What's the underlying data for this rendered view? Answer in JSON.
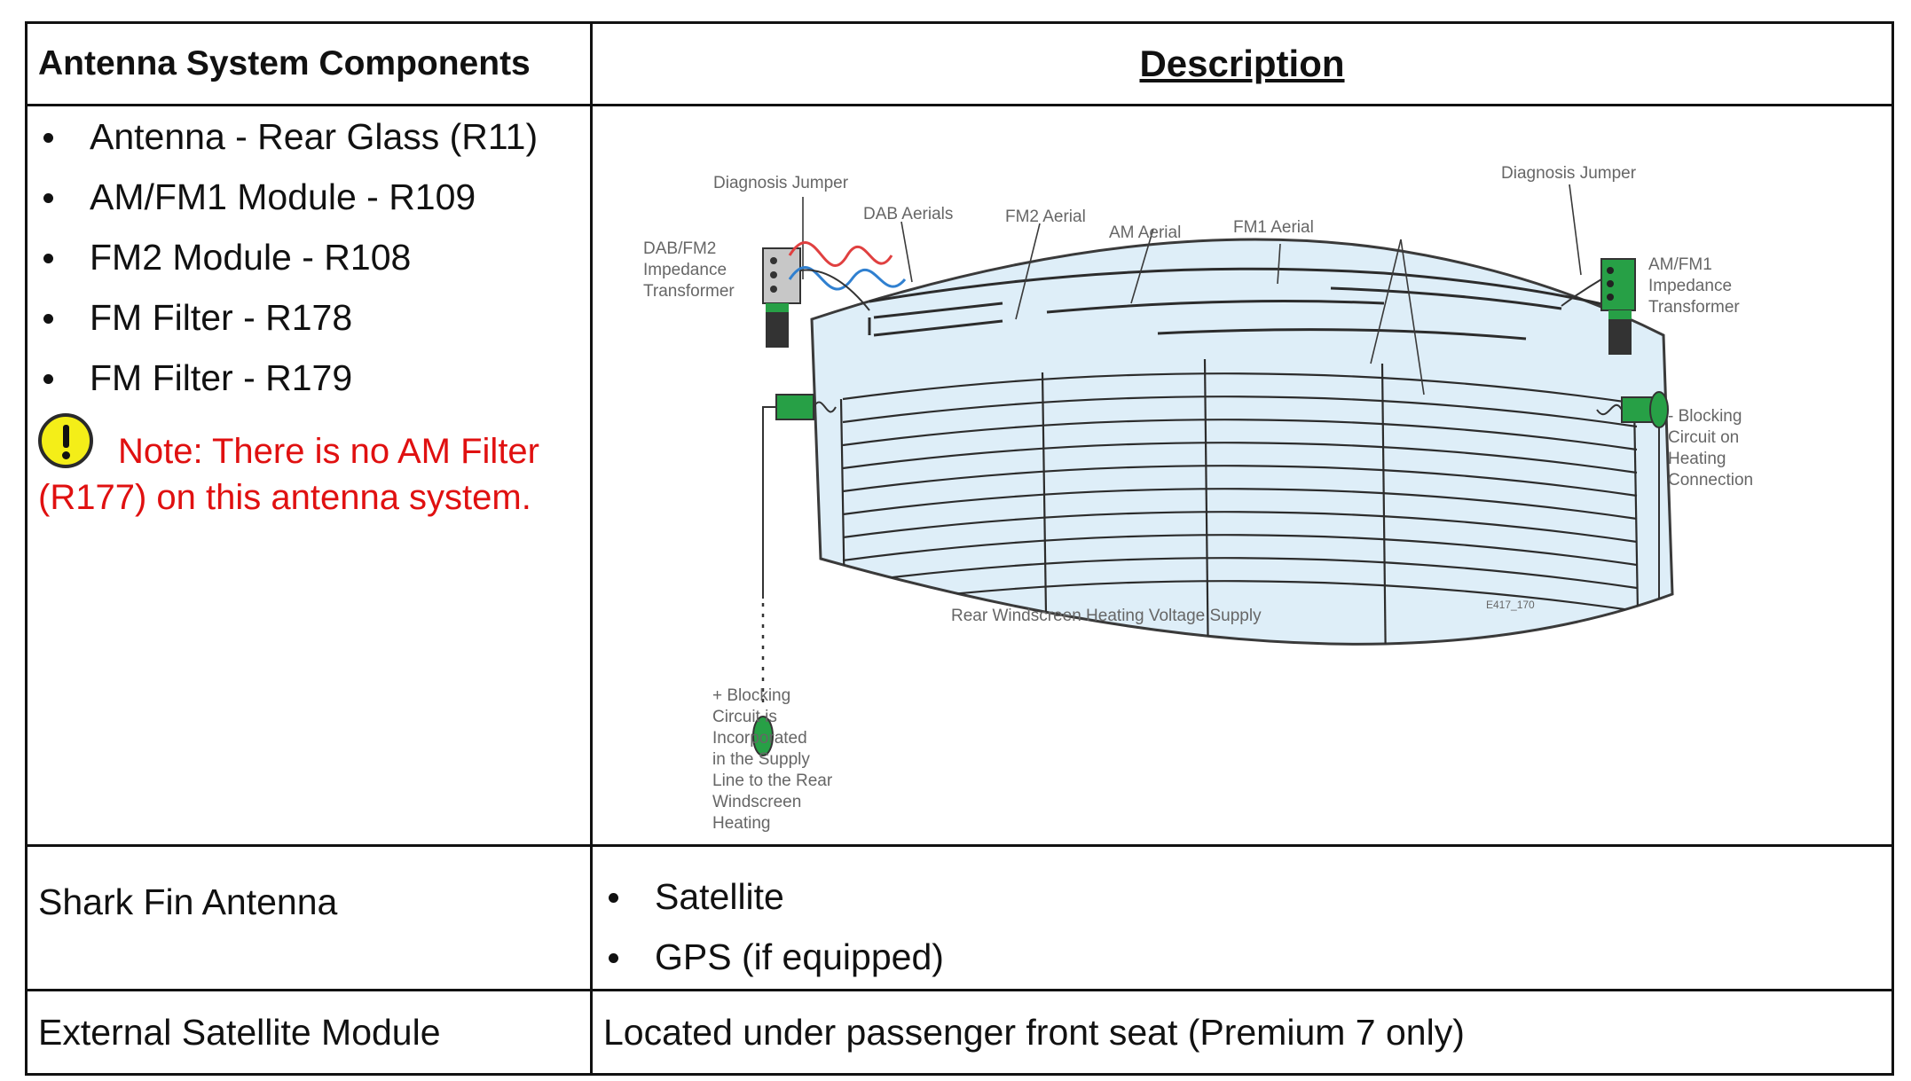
{
  "header": {
    "col1": "Antenna System Components",
    "col2": "Description"
  },
  "row_main": {
    "components": [
      "Antenna - Rear Glass (R11)",
      "AM/FM1 Module - R109",
      "FM2 Module - R108",
      "FM Filter - R178",
      "FM Filter - R179"
    ],
    "note_icon": "warning-exclamation-icon",
    "note_line1": "Note: There is no AM Filter",
    "note_line2": "(R177) on this antenna system.",
    "diagram": {
      "diagnosis_jumper_left": "Diagnosis Jumper",
      "diagnosis_jumper_right": "Diagnosis Jumper",
      "dab_aerials": "DAB Aerials",
      "fm2_aerial": "FM2 Aerial",
      "am_aerial": "AM Aerial",
      "fm1_aerial": "FM1 Aerial",
      "dab_fm2_transformer": [
        "DAB/FM2",
        "Impedance",
        "Transformer"
      ],
      "am_fm1_transformer": [
        "AM/FM1",
        "Impedance",
        "Transformer"
      ],
      "blocking_heating": [
        "- Blocking",
        "Circuit on",
        "Heating",
        "Connection"
      ],
      "heating_supply": "Rear Windscreen Heating Voltage Supply",
      "ref_code": "E417_170",
      "blocking_supply": [
        "+ Blocking",
        "Circuit is",
        "Incorporated",
        "in the Supply",
        "Line to the Rear",
        "Windscreen",
        "Heating"
      ],
      "colors": {
        "glass_fill": "#deeef8",
        "glass_stroke": "#3a3a3a",
        "module_green": "#27a046",
        "module_gray": "#c7c7c7",
        "wire_red": "#e04040",
        "wire_blue": "#3080d0"
      }
    }
  },
  "row_shark": {
    "label": "Shark Fin Antenna",
    "items": [
      "Satellite",
      "GPS (if equipped)"
    ]
  },
  "row_ext": {
    "label": "External Satellite Module",
    "desc": "Located under passenger front seat (Premium 7 only)"
  }
}
